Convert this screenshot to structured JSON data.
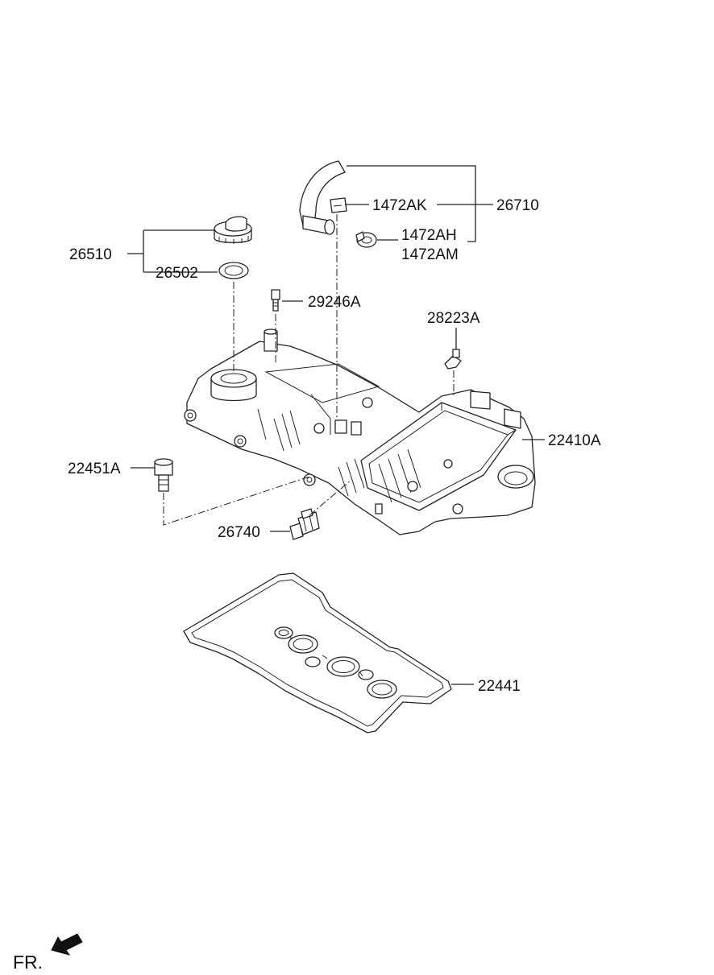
{
  "labels": {
    "p26510": "26510",
    "p26502": "26502",
    "p29246A": "29246A",
    "p1472AK": "1472AK",
    "p26710": "26710",
    "p1472AH": "1472AH",
    "p1472AM": "1472AM",
    "p28223A": "28223A",
    "p22410A": "22410A",
    "p22451A": "22451A",
    "p26740": "26740",
    "p22441": "22441",
    "front": "FR."
  },
  "icons": {
    "front_direction": "arrow-down-left-icon"
  }
}
